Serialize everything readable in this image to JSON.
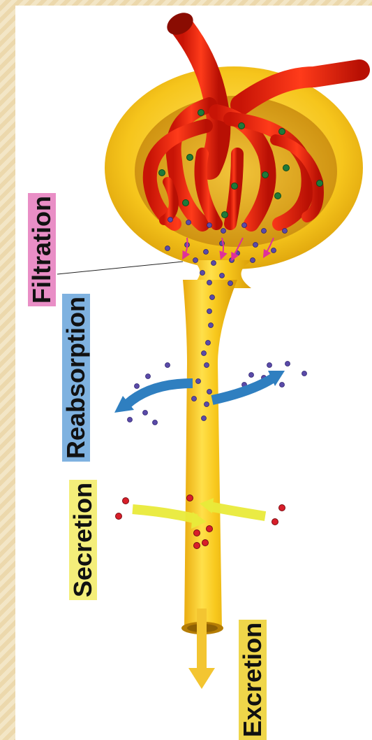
{
  "labels": {
    "filtration": "Filtration",
    "reabsorption": "Reabsorption",
    "secretion": "Secretion",
    "excretion": "Excretion"
  },
  "colors": {
    "tubule": "#f7c921",
    "capillary": "#e8220f",
    "filtration_label": "#e98ec6",
    "reabsorption_label": "#7fb2e0",
    "secretion_label": "#f4ee7a",
    "excretion_label": "#efd64a",
    "reabsorption_arrow": "#2f7fc0",
    "secretion_arrow": "#e9ea3a",
    "filtrate_particle": "#5a4aa8",
    "secreted_particle": "#d81e2a",
    "blood_particle": "#1f7a3a"
  }
}
